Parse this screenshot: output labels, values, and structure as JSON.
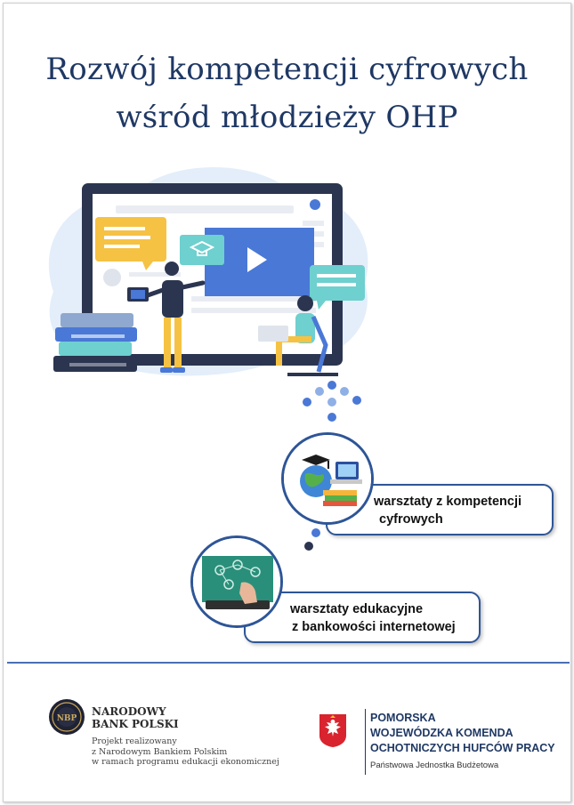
{
  "title": {
    "line1": "Rozwój kompetencji cyfrowych",
    "line2": "wśród młodzieży OHP"
  },
  "workshops": [
    {
      "line1": "warsztaty z kompetencji",
      "line2": "cyfrowych"
    },
    {
      "line1": "warsztaty edukacyjne",
      "line2": "z bankowości internetowej"
    }
  ],
  "footer": {
    "nbp": {
      "seal_text": "NBP",
      "name_line1": "NARODOWY",
      "name_line2": "BANK POLSKI",
      "note_line1": "Projekt realizowany",
      "note_line2": "z Narodowym Bankiem Polskim",
      "note_line3": "w ramach programu edukacji ekonomicznej"
    },
    "ohp": {
      "line1": "POMORSKA",
      "line2": "WOJEWÓDZKA KOMENDA",
      "line3": "OCHOTNICZYCH HUFCÓW PRACY",
      "subtitle": "Państwowa Jednostka Budżetowa"
    }
  },
  "colors": {
    "title": "#1f3864",
    "accent_blue": "#2e5597",
    "screen_blue": "#4a78d6",
    "chat_yellow": "#f6c243",
    "chat_teal": "#6ed0cf",
    "cloud": "#e3eefa"
  }
}
